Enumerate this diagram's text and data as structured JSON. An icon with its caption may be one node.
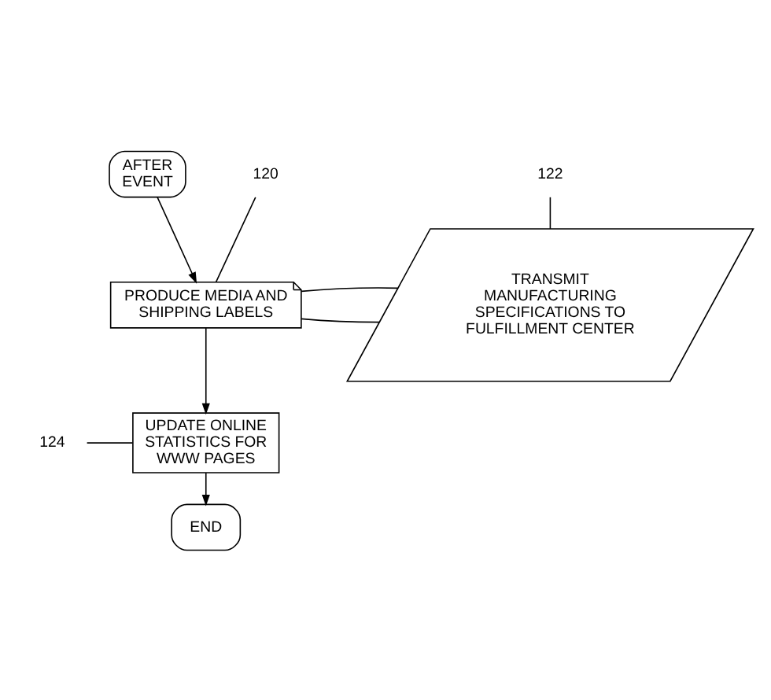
{
  "diagram": {
    "nodes": [
      {
        "text": [
          "AFTER EVENT"
        ]
      },
      {
        "text": [
          "120"
        ]
      },
      {
        "text": [
          "122"
        ]
      },
      {
        "text": [
          "PRODUCE MEDIA AND SHIPPING LABELS"
        ]
      },
      {
        "text": [
          "TRANSMIT MANUFACTURING SPECIFICATIONS TO FULFILLMENT CENTER"
        ]
      },
      {
        "text": [
          "124"
        ]
      },
      {
        "text": [
          "UPDATE ONLINE STATISTICS FOR WWW PAGES"
        ]
      },
      {
        "text": [
          "END"
        ]
      }
    ],
    "edges": [
      {
        "from": 0,
        "to": 3,
        "arrow": "to"
      },
      {
        "from": 1,
        "to": 3,
        "arrow": "none"
      },
      {
        "from": 2,
        "to": 4,
        "arrow": "none"
      },
      {
        "from": 3,
        "to": 4,
        "arrow": "none"
      },
      {
        "from": 3,
        "to": 4,
        "arrow": "none"
      },
      {
        "from": 3,
        "to": 6,
        "arrow": "to"
      },
      {
        "from": 5,
        "to": 6,
        "arrow": "none"
      },
      {
        "from": 6,
        "to": 7,
        "arrow": "to"
      }
    ]
  }
}
